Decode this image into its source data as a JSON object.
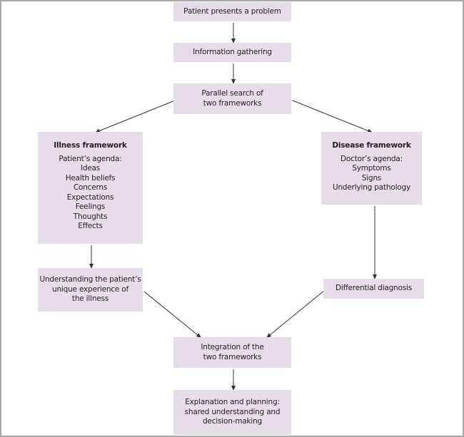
{
  "diagram": {
    "nodes": {
      "presents": {
        "lines": [
          "Patient presents a problem"
        ]
      },
      "gathering": {
        "lines": [
          "Information gathering"
        ]
      },
      "parallel": {
        "lines": [
          "Parallel search of",
          "two frameworks"
        ]
      },
      "illness": {
        "title": "Illness framework",
        "lines": [
          "Patient’s agenda:",
          "Ideas",
          "Health beliefs",
          "Concerns",
          "Expectations",
          "Feelings",
          "Thoughts",
          "Effects"
        ]
      },
      "disease": {
        "title": "Disease framework",
        "lines": [
          "Doctor’s agenda:",
          "Symptoms",
          "Signs",
          "Underlying pathology"
        ]
      },
      "understanding": {
        "lines": [
          "Understanding the patient’s",
          "unique experience of",
          "the illness"
        ]
      },
      "differential": {
        "lines": [
          "Differential diagnosis"
        ]
      },
      "integration": {
        "lines": [
          "Integration of the",
          "two frameworks"
        ]
      },
      "explanation": {
        "lines": [
          "Explanation and planning:",
          "shared understanding and",
          "decision-making"
        ]
      }
    },
    "edges": [
      [
        "presents",
        "gathering"
      ],
      [
        "gathering",
        "parallel"
      ],
      [
        "parallel",
        "illness"
      ],
      [
        "parallel",
        "disease"
      ],
      [
        "illness",
        "understanding"
      ],
      [
        "disease",
        "differential"
      ],
      [
        "understanding",
        "integration"
      ],
      [
        "differential",
        "integration"
      ],
      [
        "integration",
        "explanation"
      ]
    ],
    "colors": {
      "box_fill": "#e6dcea",
      "arrow": "#333333",
      "text": "#231f20"
    }
  }
}
